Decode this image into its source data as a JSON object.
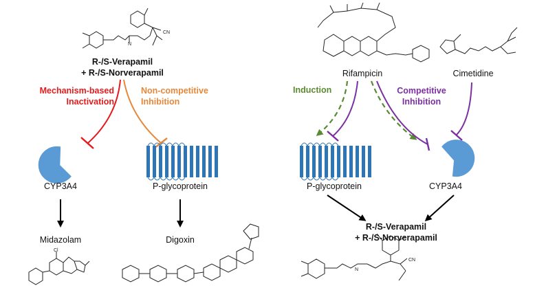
{
  "left": {
    "compound_line1": "R-/S-Verapamil",
    "compound_line2": "+ R-/S-Norverapamil",
    "mechanism_line1": "Mechanism-based",
    "mechanism_line2": "Inactivation",
    "noncompetitive_line1": "Non-competitive",
    "noncompetitive_line2": "Inhibition",
    "enzyme": "CYP3A4",
    "transporter": "P-glycoprotein",
    "substrate1": "Midazolam",
    "substrate2": "Digoxin"
  },
  "right": {
    "inducer": "Rifampicin",
    "inhibitor": "Cimetidine",
    "induction": "Induction",
    "competitive_line1": "Competitive",
    "competitive_line2": "Inhibition",
    "transporter": "P-glycoprotein",
    "enzyme": "CYP3A4",
    "product_line1": "R-/S-Verapamil",
    "product_line2": "+ R-/S-Norverapamil"
  },
  "colors": {
    "mechanism": "#e41a1c",
    "noncompetitive": "#e6883a",
    "induction": "#5a8a32",
    "competitive": "#7b2fa1",
    "protein": "#5b9bd5",
    "arrow": "#000000"
  },
  "icons": {
    "enzyme": "pacman-enzyme-icon",
    "transporter": "membrane-transporter-icon",
    "structure": "chemical-structure-icon"
  }
}
